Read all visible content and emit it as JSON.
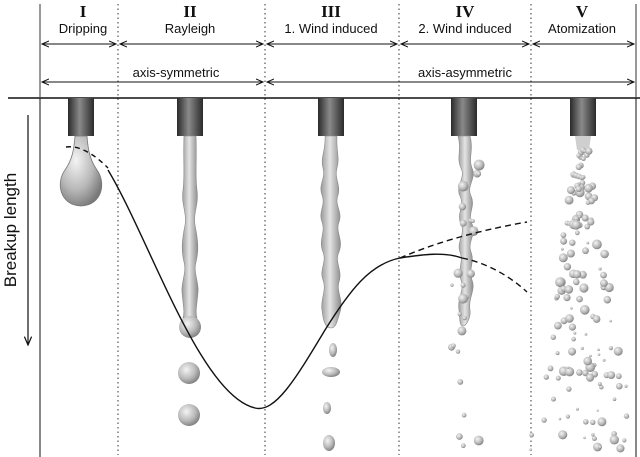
{
  "regimes": [
    {
      "numeral": "I",
      "name": "Dripping"
    },
    {
      "numeral": "II",
      "name": "Rayleigh"
    },
    {
      "numeral": "III",
      "name": "1. Wind induced"
    },
    {
      "numeral": "IV",
      "name": "2. Wind induced"
    },
    {
      "numeral": "V",
      "name": "Atomization"
    }
  ],
  "symmetry": {
    "axis_symmetric": "axis-symmetric",
    "axis_asymmetric": "axis-asymmetric"
  },
  "y_axis_label": "Breakup length"
}
